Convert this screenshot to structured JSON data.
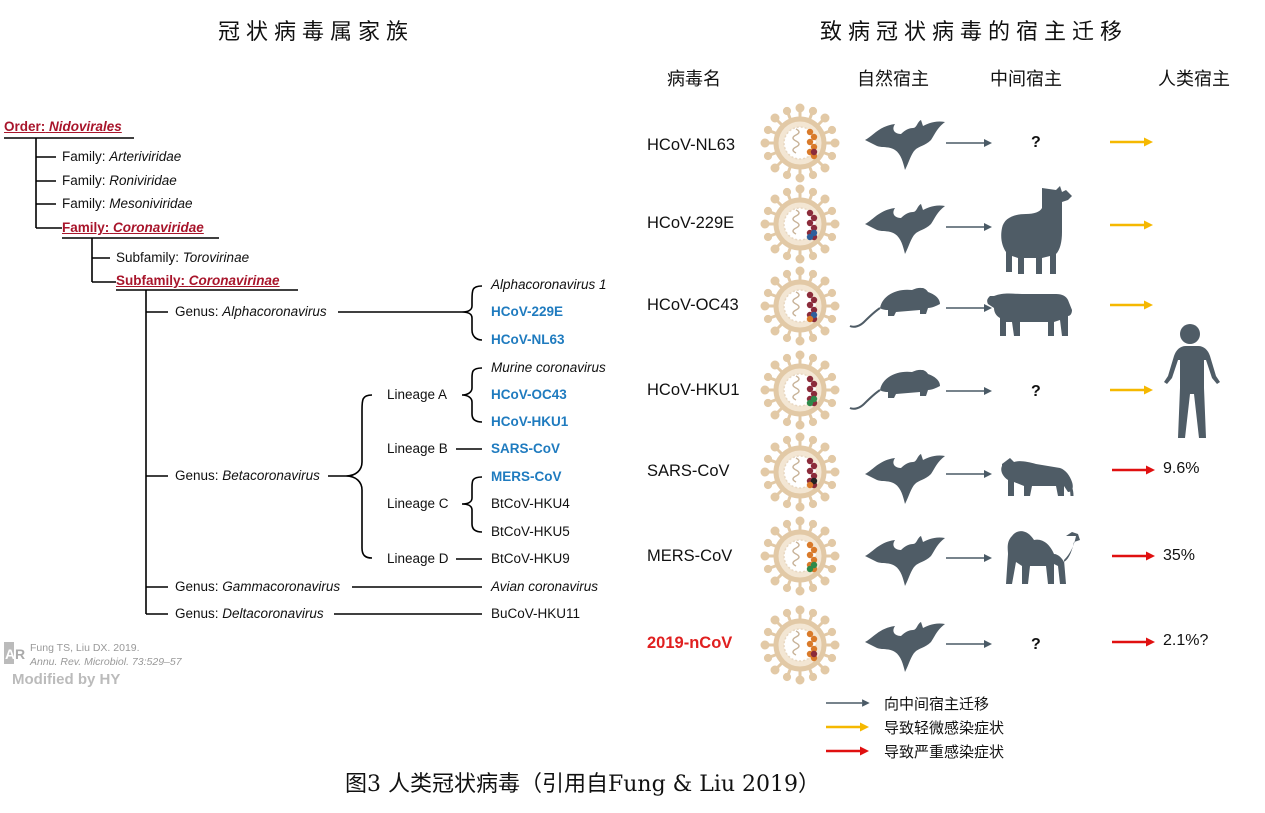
{
  "titles": {
    "left": "冠状病毒属家族",
    "right": "致病冠状病毒的宿主迁移"
  },
  "tree": {
    "order": {
      "prefix": "Order:",
      "name": "Nidovirales"
    },
    "families": [
      {
        "prefix": "Family:",
        "name": "Arteriviridae"
      },
      {
        "prefix": "Family:",
        "name": "Roniviridae"
      },
      {
        "prefix": "Family:",
        "name": "Mesoniviridae"
      }
    ],
    "family_corona": {
      "prefix": "Family:",
      "name": "Coronaviridae"
    },
    "subfamily_toro": {
      "prefix": "Subfamily:",
      "name": "Torovirinae"
    },
    "subfamily_corona": {
      "prefix": "Subfamily:",
      "name": "Coronavirinae"
    },
    "genus_alpha": {
      "prefix": "Genus:",
      "name": "Alphacoronavirus"
    },
    "genus_beta": {
      "prefix": "Genus:",
      "name": "Betacoronavirus"
    },
    "genus_gamma": {
      "prefix": "Genus:",
      "name": "Gammacoronavirus"
    },
    "genus_delta": {
      "prefix": "Genus:",
      "name": "Deltacoronavirus"
    },
    "lineage_a": "Lineage A",
    "lineage_b": "Lineage B",
    "lineage_c": "Lineage C",
    "lineage_d": "Lineage D",
    "alpha_species": [
      "Alphacoronavirus 1",
      "HCoV-229E",
      "HCoV-NL63"
    ],
    "lineage_a_species": [
      "Murine coronavirus",
      "HCoV-OC43",
      "HCoV-HKU1"
    ],
    "lineage_b_species": [
      "SARS-CoV"
    ],
    "lineage_c_species": [
      "MERS-CoV",
      "BtCoV-HKU4",
      "BtCoV-HKU5"
    ],
    "lineage_d_species": [
      "BtCoV-HKU9"
    ],
    "gamma_species": "Avian coronavirus",
    "delta_species": "BuCoV-HKU11"
  },
  "credit": {
    "line1": "Fung TS, Liu DX. 2019.",
    "line2": "Annu. Rev. Microbiol. 73:529–57",
    "modified": "Modified by HY"
  },
  "headers": {
    "virus": "病毒名",
    "natural": "自然宿主",
    "intermediate": "中间宿主",
    "human": "人类宿主"
  },
  "viruses": [
    {
      "name": "HCoV-NL63",
      "intermediate_unknown": "?",
      "severity": "mild",
      "rate": ""
    },
    {
      "name": "HCoV-229E",
      "intermediate_unknown": "",
      "severity": "mild",
      "rate": ""
    },
    {
      "name": "HCoV-OC43",
      "intermediate_unknown": "",
      "severity": "mild",
      "rate": ""
    },
    {
      "name": "HCoV-HKU1",
      "intermediate_unknown": "?",
      "severity": "mild",
      "rate": ""
    },
    {
      "name": "SARS-CoV",
      "intermediate_unknown": "",
      "severity": "severe",
      "rate": "9.6%"
    },
    {
      "name": "MERS-CoV",
      "intermediate_unknown": "",
      "severity": "severe",
      "rate": "35%"
    },
    {
      "name": "2019-nCoV",
      "intermediate_unknown": "?",
      "severity": "severe",
      "rate": "2.1%?"
    }
  ],
  "legend": [
    {
      "label": "向中间宿主迁移",
      "color": "#4a5a66"
    },
    {
      "label": "导致轻微感染症状",
      "color": "#f5b800"
    },
    {
      "label": "导致严重感染症状",
      "color": "#e01010"
    }
  ],
  "caption": "图3 人类冠状病毒（引用自Fung & Liu 2019）",
  "colors": {
    "highlight": "#a8152b",
    "human_virus": "#1f7bbf",
    "new_virus": "#e02020",
    "silhouette": "#4f5c66",
    "virus_ring": "#e2c9a6"
  }
}
